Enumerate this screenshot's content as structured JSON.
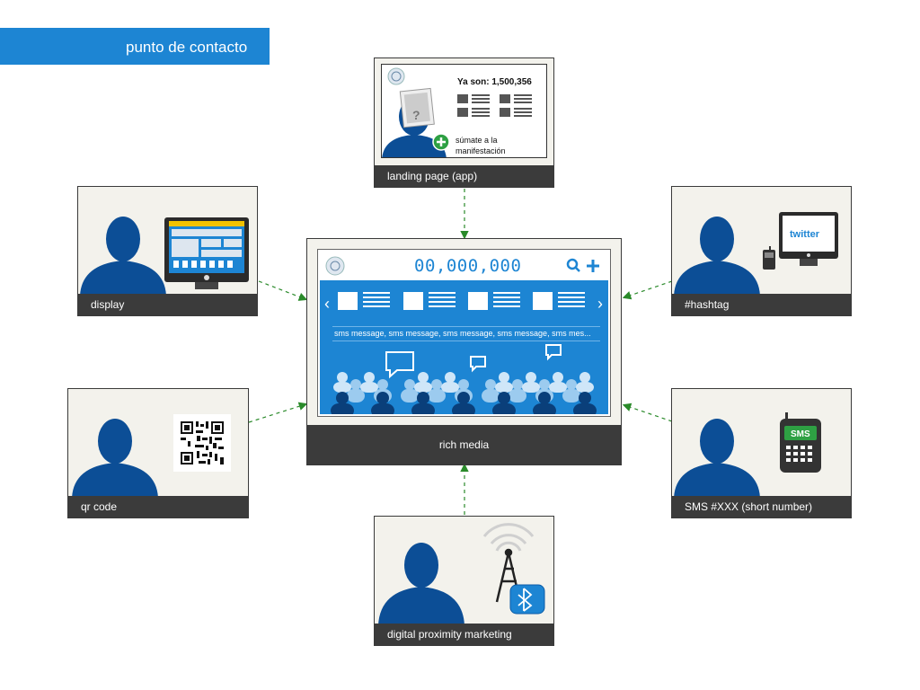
{
  "header": {
    "title": "punto de contacto"
  },
  "colors": {
    "accent": "#1d85d3",
    "person": "#0c4e96",
    "caption_bg": "#3b3b3b",
    "connector": "#2a8a2a",
    "card_bg": "#f3f2ec"
  },
  "landing": {
    "caption": "landing page (app)",
    "count_label": "Ya son: 1,500,356",
    "cta_text": "súmate a la manifestación",
    "placeholder": "?"
  },
  "display": {
    "caption": "display"
  },
  "hashtag": {
    "caption": "#hashtag",
    "brand": "twitter"
  },
  "qrcode": {
    "caption": "qr code"
  },
  "sms": {
    "caption": "SMS #XXX (short number)",
    "badge": "SMS"
  },
  "proximity": {
    "caption": "digital proximity marketing"
  },
  "richmedia": {
    "caption": "rich media",
    "counter": "00,000,000",
    "sms_ticker": "sms message, sms message, sms message, sms message, sms mes...",
    "prev": "‹",
    "next": "›"
  }
}
